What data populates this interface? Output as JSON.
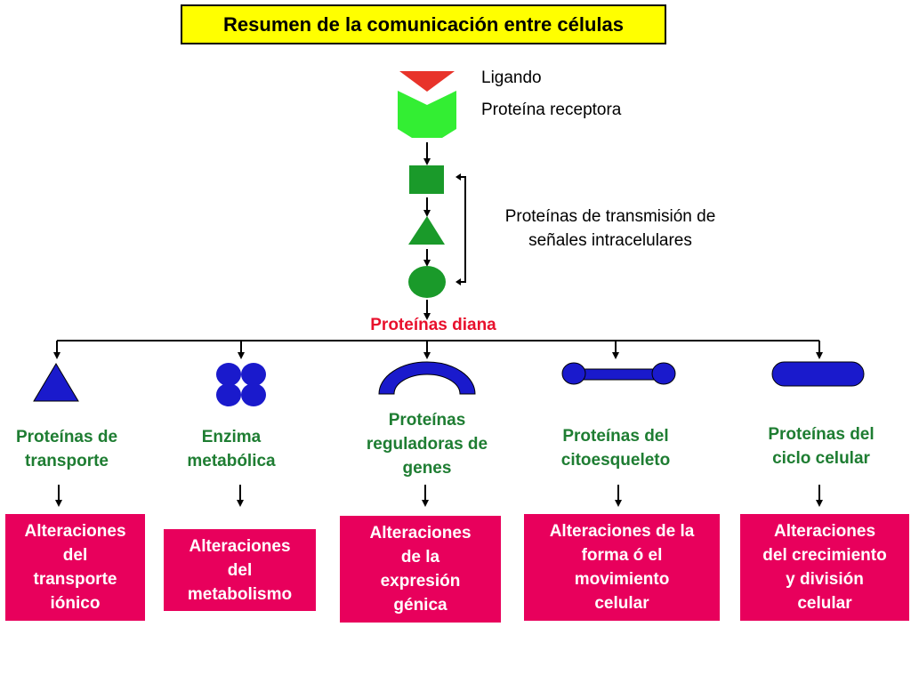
{
  "title": "Resumen de la comunicación entre células",
  "legend": {
    "ligand": "Ligando",
    "receptor": "Proteína receptora"
  },
  "relay": {
    "line1": "Proteínas de transmisión de",
    "line2": "señales intracelulares"
  },
  "targets_heading": "Proteínas diana",
  "targets": [
    {
      "label": [
        "Proteínas de",
        "transporte"
      ],
      "effect": [
        "Alteraciones",
        "del",
        "transporte",
        "iónico"
      ]
    },
    {
      "label": [
        "Enzima",
        "metabólica"
      ],
      "effect": [
        "Alteraciones",
        "del",
        "metabolismo"
      ]
    },
    {
      "label": [
        "Proteínas",
        "reguladoras de",
        "genes"
      ],
      "effect": [
        "Alteraciones",
        "de la",
        "expresión",
        "génica"
      ]
    },
    {
      "label": [
        "Proteínas del",
        "citoesqueleto"
      ],
      "effect": [
        "Alteraciones de la",
        "forma ó el",
        "movimiento",
        "celular"
      ]
    },
    {
      "label": [
        "Proteínas del",
        "ciclo celular"
      ],
      "effect": [
        "Alteraciones",
        "del crecimiento",
        "y división",
        "celular"
      ]
    }
  ],
  "colors": {
    "title_bg": "#ffff00",
    "ligand": "#e8332a",
    "receptor": "#33ee33",
    "relay": "#1a9a2a",
    "target_shape": "#1a1acc",
    "target_label": "#1e7d32",
    "heading": "#e8102c",
    "effect_bg": "#e8005c"
  }
}
